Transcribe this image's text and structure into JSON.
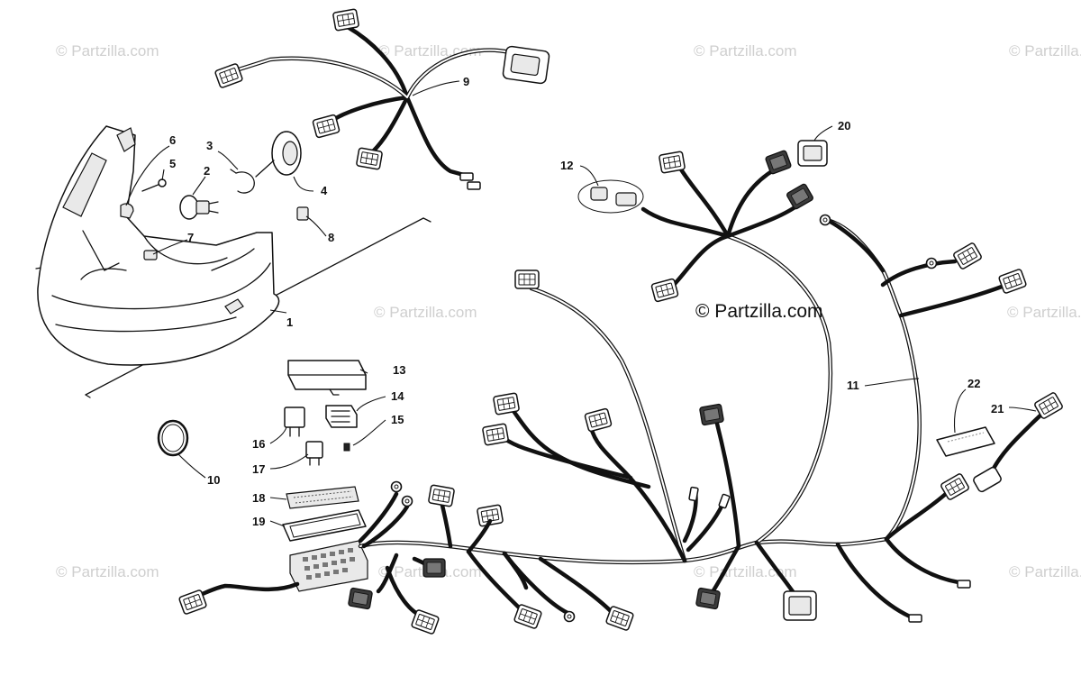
{
  "watermarks": [
    "© Partzilla.com",
    "© Partzilla.com",
    "© Partzilla.com",
    "© Partzilla.com",
    "© Partzilla.com",
    "© Partzilla.com",
    "© Partzilla.com",
    "© Partzilla.com",
    "© Partzilla.com",
    "© Partzilla.com"
  ],
  "copyright": "© Partzilla.com",
  "callouts": {
    "c1": "1",
    "c2": "2",
    "c3": "3",
    "c4": "4",
    "c5": "5",
    "c6": "6",
    "c7": "7",
    "c8": "8",
    "c9": "9",
    "c10": "10",
    "c11": "11",
    "c12": "12",
    "c13": "13",
    "c14": "14",
    "c15": "15",
    "c16": "16",
    "c17": "17",
    "c18": "18",
    "c19": "19",
    "c20": "20",
    "c21": "21",
    "c22": "22"
  }
}
